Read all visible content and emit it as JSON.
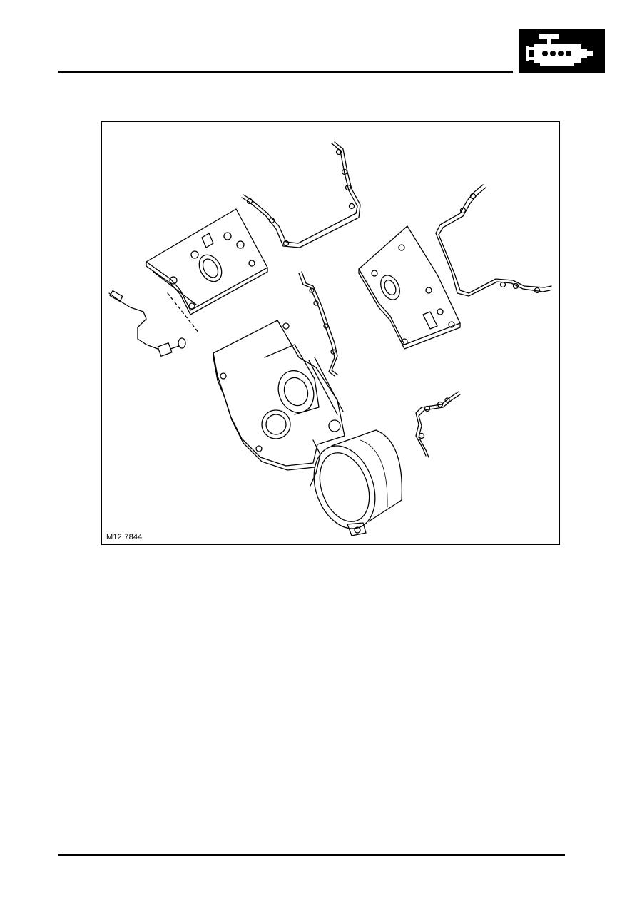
{
  "header": {
    "section_icon": "engine-icon"
  },
  "figure": {
    "reference": "M12 7844",
    "depicts": [
      "oil-pump-gasket",
      "timing-cover-gasket-left",
      "timing-cover-gasket-right",
      "rear-cover",
      "front-cover",
      "crankshaft-sensor",
      "water-pump-housing"
    ]
  }
}
